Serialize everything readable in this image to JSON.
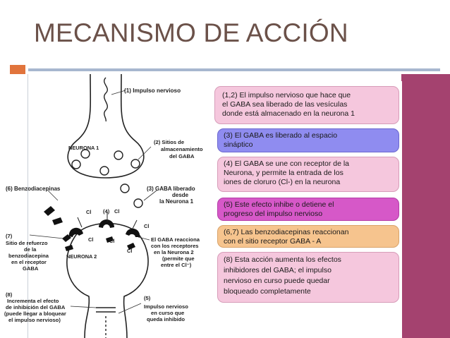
{
  "slide": {
    "title": "MECANISMO DE ACCIÓN"
  },
  "diagram": {
    "labels": {
      "impulso": "(1) Impulso nervioso",
      "neurona1": "NEURONA 1",
      "sitios": [
        "(2)   Sitios de",
        "almacenamiento",
        "del GABA"
      ],
      "benzo6": "(6) Benzodiacepinas",
      "gaba_liberado": [
        "(3)  GABA liberado",
        "desde",
        "la Neurona 1"
      ],
      "n4": "(4)",
      "cl": "Cl",
      "sitio7": [
        "(7)",
        "Sitio de refuerzo",
        "de la",
        "benzodiacepina",
        "en el receptor",
        "GABA"
      ],
      "neurona2": "NEURONA 2",
      "gaba_reacciona": [
        "El GABA reacciona",
        "con los receptores",
        "en la Neurona 2",
        "(permite que",
        "entre el Cl⁻)"
      ],
      "incrementa8": [
        "(8)",
        "Incrementa el efecto",
        "de inhibición del GABA",
        "(puede llegar a bloquear",
        "el impulso nervioso)"
      ],
      "impulso5": [
        "(5)",
        "Impulso nervioso",
        "en curso que",
        "queda inhibido"
      ]
    },
    "boxes": {
      "b1": [
        "(1,2) El impulso nervioso que hace que",
        "el GABA sea liberado de las vesículas",
        " donde está almacenado en la neurona 1"
      ],
      "b2": [
        "(3) El GABA es liberado al espacio",
        "sináptico"
      ],
      "b3": [
        "(4) El GABA se une con  receptor de la",
        "Neurona, y permite la entrada de los",
        "iones de cloruro (Cl-) en la neurona"
      ],
      "b4": [
        "(5) Este efecto inhibe o detiene el",
        "progreso del impulso nervioso"
      ],
      "b5": [
        "(6,7) Las benzodiacepinas reaccionan",
        "con el sitio receptor GABA - A"
      ],
      "b6": [
        "(8) Esta acción aumenta los efectos",
        "inhibidores del GABA; el impulso",
        "nervioso en curso puede quedar",
        "bloqueado completamente"
      ]
    },
    "colors": {
      "title": "#6b5149",
      "accent_orange": "#e1743c",
      "accent_line": "#a7b7cf",
      "right_bar": "#a4426f",
      "box_pink": "#f5c7dd",
      "box_blue": "#8f8cf0",
      "box_magenta": "#d658c8",
      "box_orange": "#f6c48e"
    }
  }
}
